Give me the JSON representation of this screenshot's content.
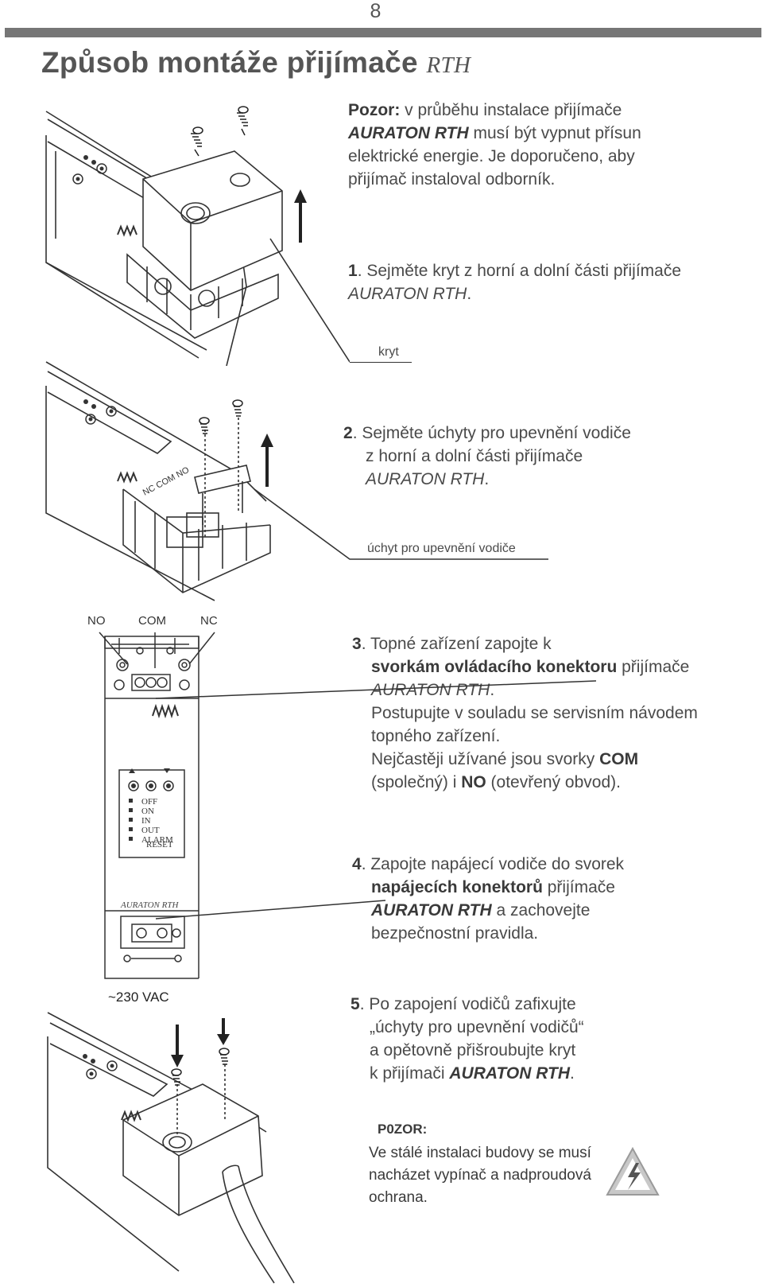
{
  "page": {
    "number": "8"
  },
  "heading": {
    "main": "Způsob montáže přijímače",
    "model": "RTH"
  },
  "intro": {
    "bold": "Pozor:",
    "text1": " v průběhu instalace přijímače",
    "model": "AURATON RTH",
    "text2": " musí být vypnut přísun",
    "line3": "elektrické energie. Je doporučeno, aby",
    "line4": "přijímač instaloval odborník."
  },
  "step1": {
    "num": "1",
    "text": ". Sejměte kryt z horní a dolní části přijímače",
    "model": "AURATON RTH",
    "end": "."
  },
  "label_kryt": "kryt",
  "step2": {
    "num": "2",
    "text": ". Sejměte úchyty pro upevnění vodiče",
    "line2": "z horní a dolní části přijímače",
    "model": "AURATON RTH",
    "end": "."
  },
  "label_uchyt": "úchyt pro upevnění vodiče",
  "step3": {
    "num": "3",
    "text": ". Topné zařízení zapojte k",
    "bold": "svorkám ovládacího konektoru",
    "after": " přijímače",
    "model": "AURATON RTH",
    "end": ".",
    "line4": "Postupujte v souladu se servisním návodem",
    "line5": "topného zařízení.",
    "line6a": "Nejčastěji užívané jsou svorky ",
    "com": "COM",
    "line7a": "(společný) i ",
    "no": "NO",
    "line7b": " (otevřený obvod)."
  },
  "step4": {
    "num": "4",
    "text": ". Zapojte napájecí vodiče do svorek",
    "bold": "napájecích konektorů",
    "after": " přijímače",
    "model": "AURATON RTH",
    "after2": " a zachovejte",
    "line4": "bezpečnostní pravidla."
  },
  "step5": {
    "num": "5",
    "text": ". Po zapojení vodičů zafixujte",
    "line2": "„úchyty pro upevnění vodičů“",
    "line3": "a opětovně přišroubujte kryt",
    "line4a": "k přijímači ",
    "model": "AURATON RTH",
    "end": "."
  },
  "warning": {
    "head": "P0ZOR:",
    "line1": "Ve stálé instalaci budovy se musí",
    "line2": "nacházet vypínač a nadproudová",
    "line3": "ochrana."
  },
  "diagram": {
    "terminals": [
      "NO",
      "COM",
      "NC"
    ],
    "leds": [
      "OFF",
      "ON",
      "IN",
      "OUT",
      "ALARM"
    ],
    "reset": "RESET",
    "device": "AURATON RTH",
    "power": "~230 VAC",
    "terminal_marks": "NC COM NO"
  }
}
